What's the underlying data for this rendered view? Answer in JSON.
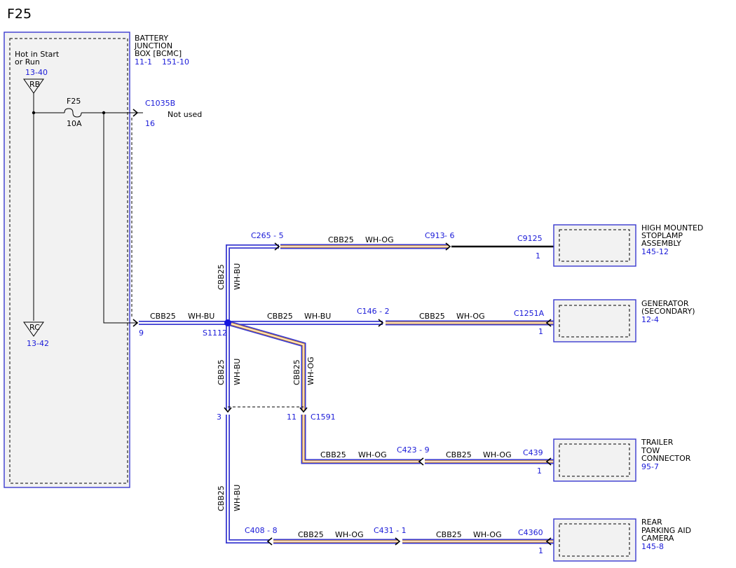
{
  "title": "F25",
  "fusebox": {
    "name_lines": [
      "BATTERY",
      "JUNCTION",
      "BOX [BCMC]"
    ],
    "refs": [
      "11-1",
      "151-10"
    ],
    "hot_lines": [
      "Hot in Start",
      "or Run"
    ],
    "hot_ref": "13-40",
    "rb_label": "RB",
    "rc_label": "RC",
    "rc_ref": "13-42",
    "fuse_name": "F25",
    "fuse_rating": "10A",
    "conn_unused": "C1035B",
    "unused_text": "Not used",
    "pin_unused": "16",
    "pin_out": "9"
  },
  "splice": {
    "name": "S1112"
  },
  "wires": {
    "main_code": "CBB25",
    "main_color": "WH-BU",
    "v1_code": "CBB25",
    "v1_color": "WH-BU",
    "v2_code": "CBB25",
    "v2_color": "WH-BU",
    "v3_code": "CBB25",
    "v3_color": "WH-OG",
    "v4_code": "CBB25",
    "v4_color": "WH-BU",
    "hmsl_a_code": "CBB25",
    "hmsl_a_color": "WH-OG",
    "gen_a_code": "CBB25",
    "gen_a_color": "WH-BU",
    "gen_b_code": "CBB25",
    "gen_b_color": "WH-OG",
    "tow_a_code": "CBB25",
    "tow_a_color": "WH-OG",
    "tow_b_code": "CBB25",
    "tow_b_color": "WH-OG",
    "cam_a_code": "CBB25",
    "cam_a_color": "WH-OG",
    "cam_b_code": "CBB25",
    "cam_b_color": "WH-OG"
  },
  "connectors": {
    "c265": "C265 - 5",
    "c913": "C913",
    "c913_pin": "- 6",
    "c146": "C146 - 2",
    "c1591": "C1591",
    "c1591_pin_a": "3",
    "c1591_pin_b": "11",
    "c423": "C423 - 9",
    "c408": "C408 - 8",
    "c431": "C431 - 1"
  },
  "components": [
    {
      "name_lines": [
        "HIGH MOUNTED",
        "STOPLAMP",
        "ASSEMBLY"
      ],
      "ref": "145-12",
      "connector": "C9125",
      "pin": "1"
    },
    {
      "name_lines": [
        "GENERATOR",
        "(SECONDARY)"
      ],
      "ref": "12-4",
      "connector": "C1251A",
      "pin": "1"
    },
    {
      "name_lines": [
        "TRAILER",
        "TOW",
        "CONNECTOR"
      ],
      "ref": "95-7",
      "connector": "C439",
      "pin": "1"
    },
    {
      "name_lines": [
        "REAR",
        "PARKING AID",
        "CAMERA"
      ],
      "ref": "145-8",
      "connector": "C4360",
      "pin": "1"
    }
  ]
}
